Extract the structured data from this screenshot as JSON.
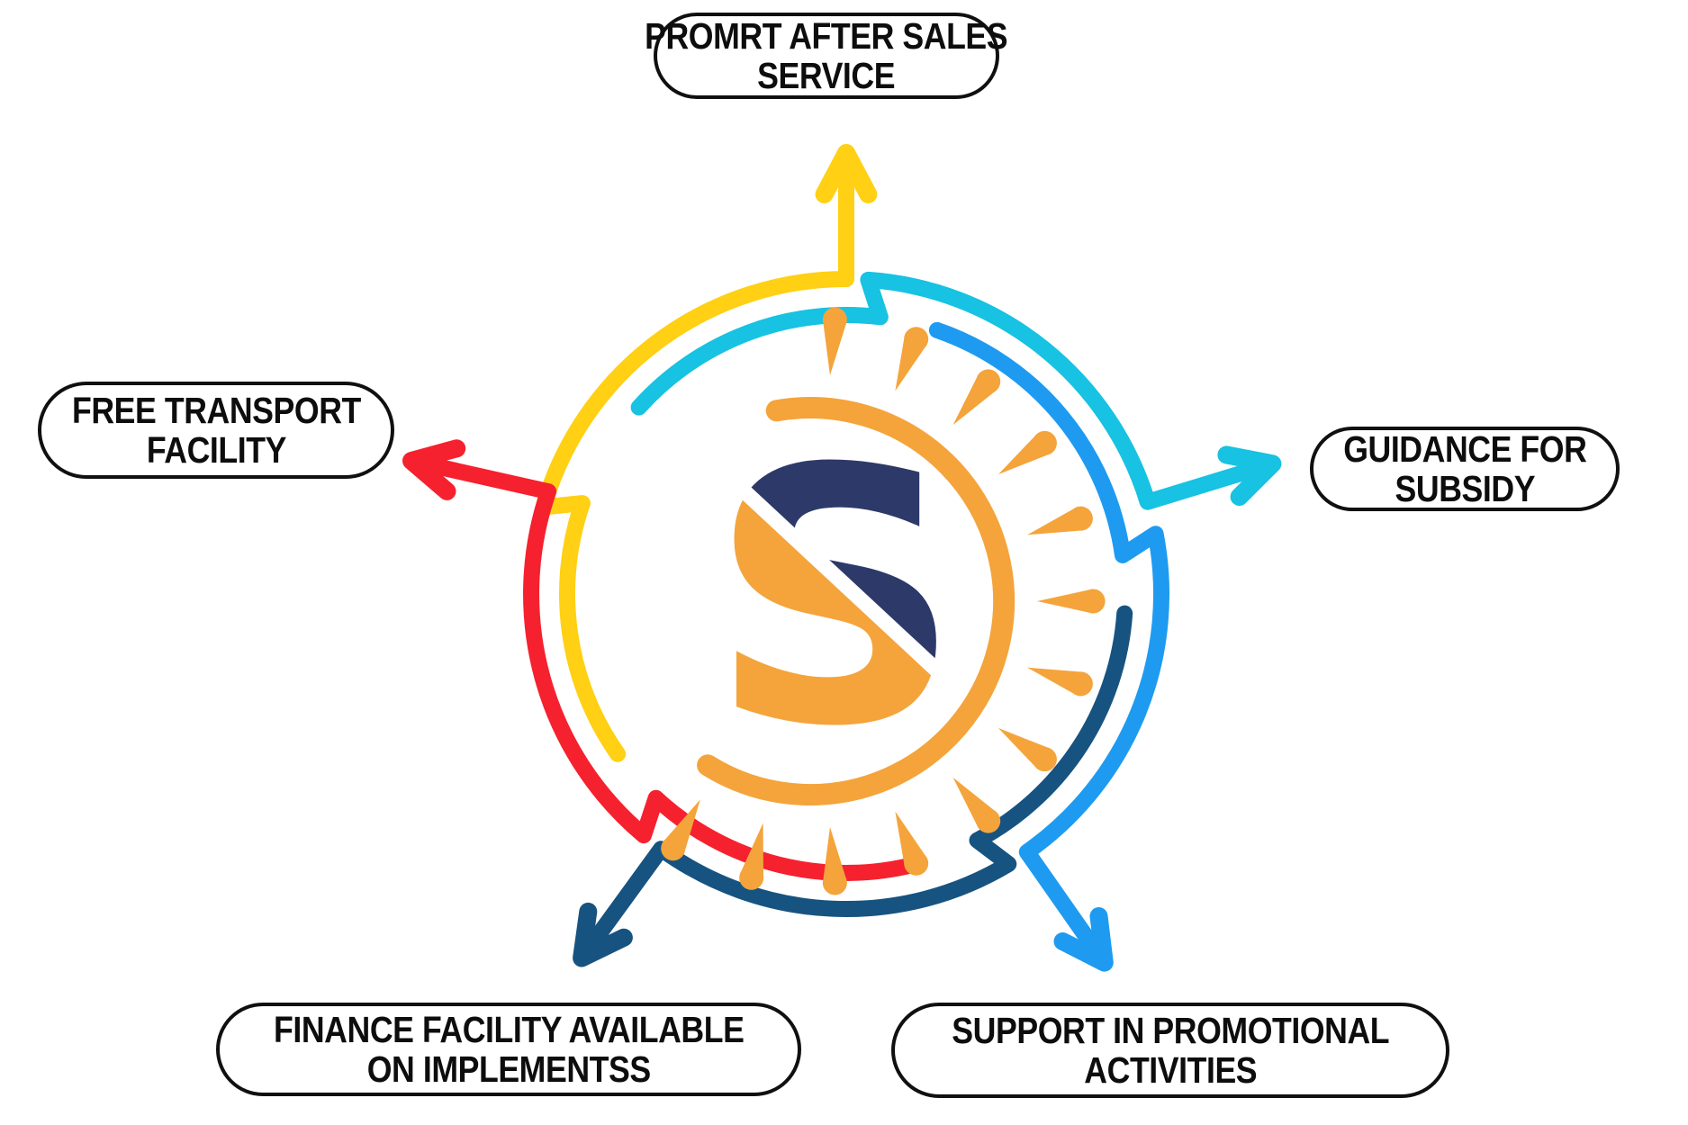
{
  "page": {
    "background": "#ffffff"
  },
  "logo": {
    "letter": "S",
    "description": "letter S split diagonally with sun rays ring"
  },
  "colors": {
    "yellow": "#FFD013",
    "cyan": "#17C2E2",
    "blue": "#1E9BF0",
    "navy": "#175380",
    "red": "#F5212E",
    "orange": "#F4A43B",
    "s_navy": "#2D3A69",
    "pill_border": "#101010",
    "text": "#0d0d0d"
  },
  "nodes": [
    {
      "id": "after-sales",
      "line1": "PROMRT AFTER SALES",
      "line2": "SERVICE",
      "arrow_color": "#FFD013",
      "direction": "up"
    },
    {
      "id": "subsidy",
      "line1": "GUIDANCE FOR",
      "line2": "SUBSIDY",
      "arrow_color": "#17C2E2",
      "direction": "right"
    },
    {
      "id": "promotional",
      "line1": "SUPPORT IN PROMOTIONAL",
      "line2": "ACTIVITIES",
      "arrow_color": "#1E9BF0",
      "direction": "down-right"
    },
    {
      "id": "finance",
      "line1": "FINANCE FACILITY AVAILABLE",
      "line2": "ON IMPLEMENTSS",
      "arrow_color": "#175380",
      "direction": "down-left"
    },
    {
      "id": "transport",
      "line1": "FREE TRANSPORT",
      "line2": "FACILITY",
      "arrow_color": "#F5212E",
      "direction": "up-left"
    }
  ]
}
